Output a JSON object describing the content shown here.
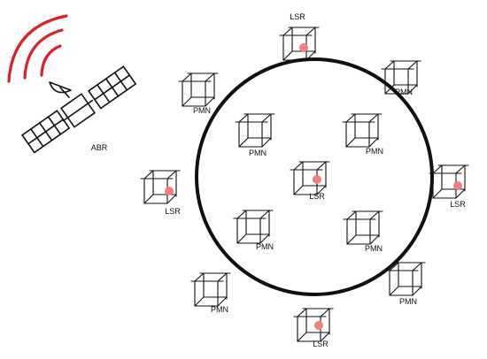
{
  "satellite": {
    "label": "ABR"
  },
  "colors": {
    "stroke": "#111111",
    "signal": "#dd1f26",
    "dot": "#f07f80",
    "background": "#ffffff"
  },
  "nodes": [
    {
      "id": "lsr-top",
      "type": "LSR",
      "label": "LSR"
    },
    {
      "id": "pmn-top-left",
      "type": "PMN",
      "label": "PMN"
    },
    {
      "id": "pmn-top-right",
      "type": "PMN",
      "label": "PMN"
    },
    {
      "id": "pmn-inner-left",
      "type": "PMN",
      "label": "PMN"
    },
    {
      "id": "pmn-inner-right",
      "type": "PMN",
      "label": "PMN"
    },
    {
      "id": "lsr-center",
      "type": "LSR",
      "label": "LSR"
    },
    {
      "id": "lsr-left",
      "type": "LSR",
      "label": "LSR"
    },
    {
      "id": "lsr-right",
      "type": "LSR",
      "label": "LSR"
    },
    {
      "id": "pmn-inner-bottom-left",
      "type": "PMN",
      "label": "PMN"
    },
    {
      "id": "pmn-inner-bottom-right",
      "type": "PMN",
      "label": "PMN"
    },
    {
      "id": "pmn-bottom-left",
      "type": "PMN",
      "label": "PMN"
    },
    {
      "id": "pmn-bottom-right",
      "type": "PMN",
      "label": "PMN"
    },
    {
      "id": "lsr-bottom",
      "type": "LSR",
      "label": "LSR"
    }
  ]
}
